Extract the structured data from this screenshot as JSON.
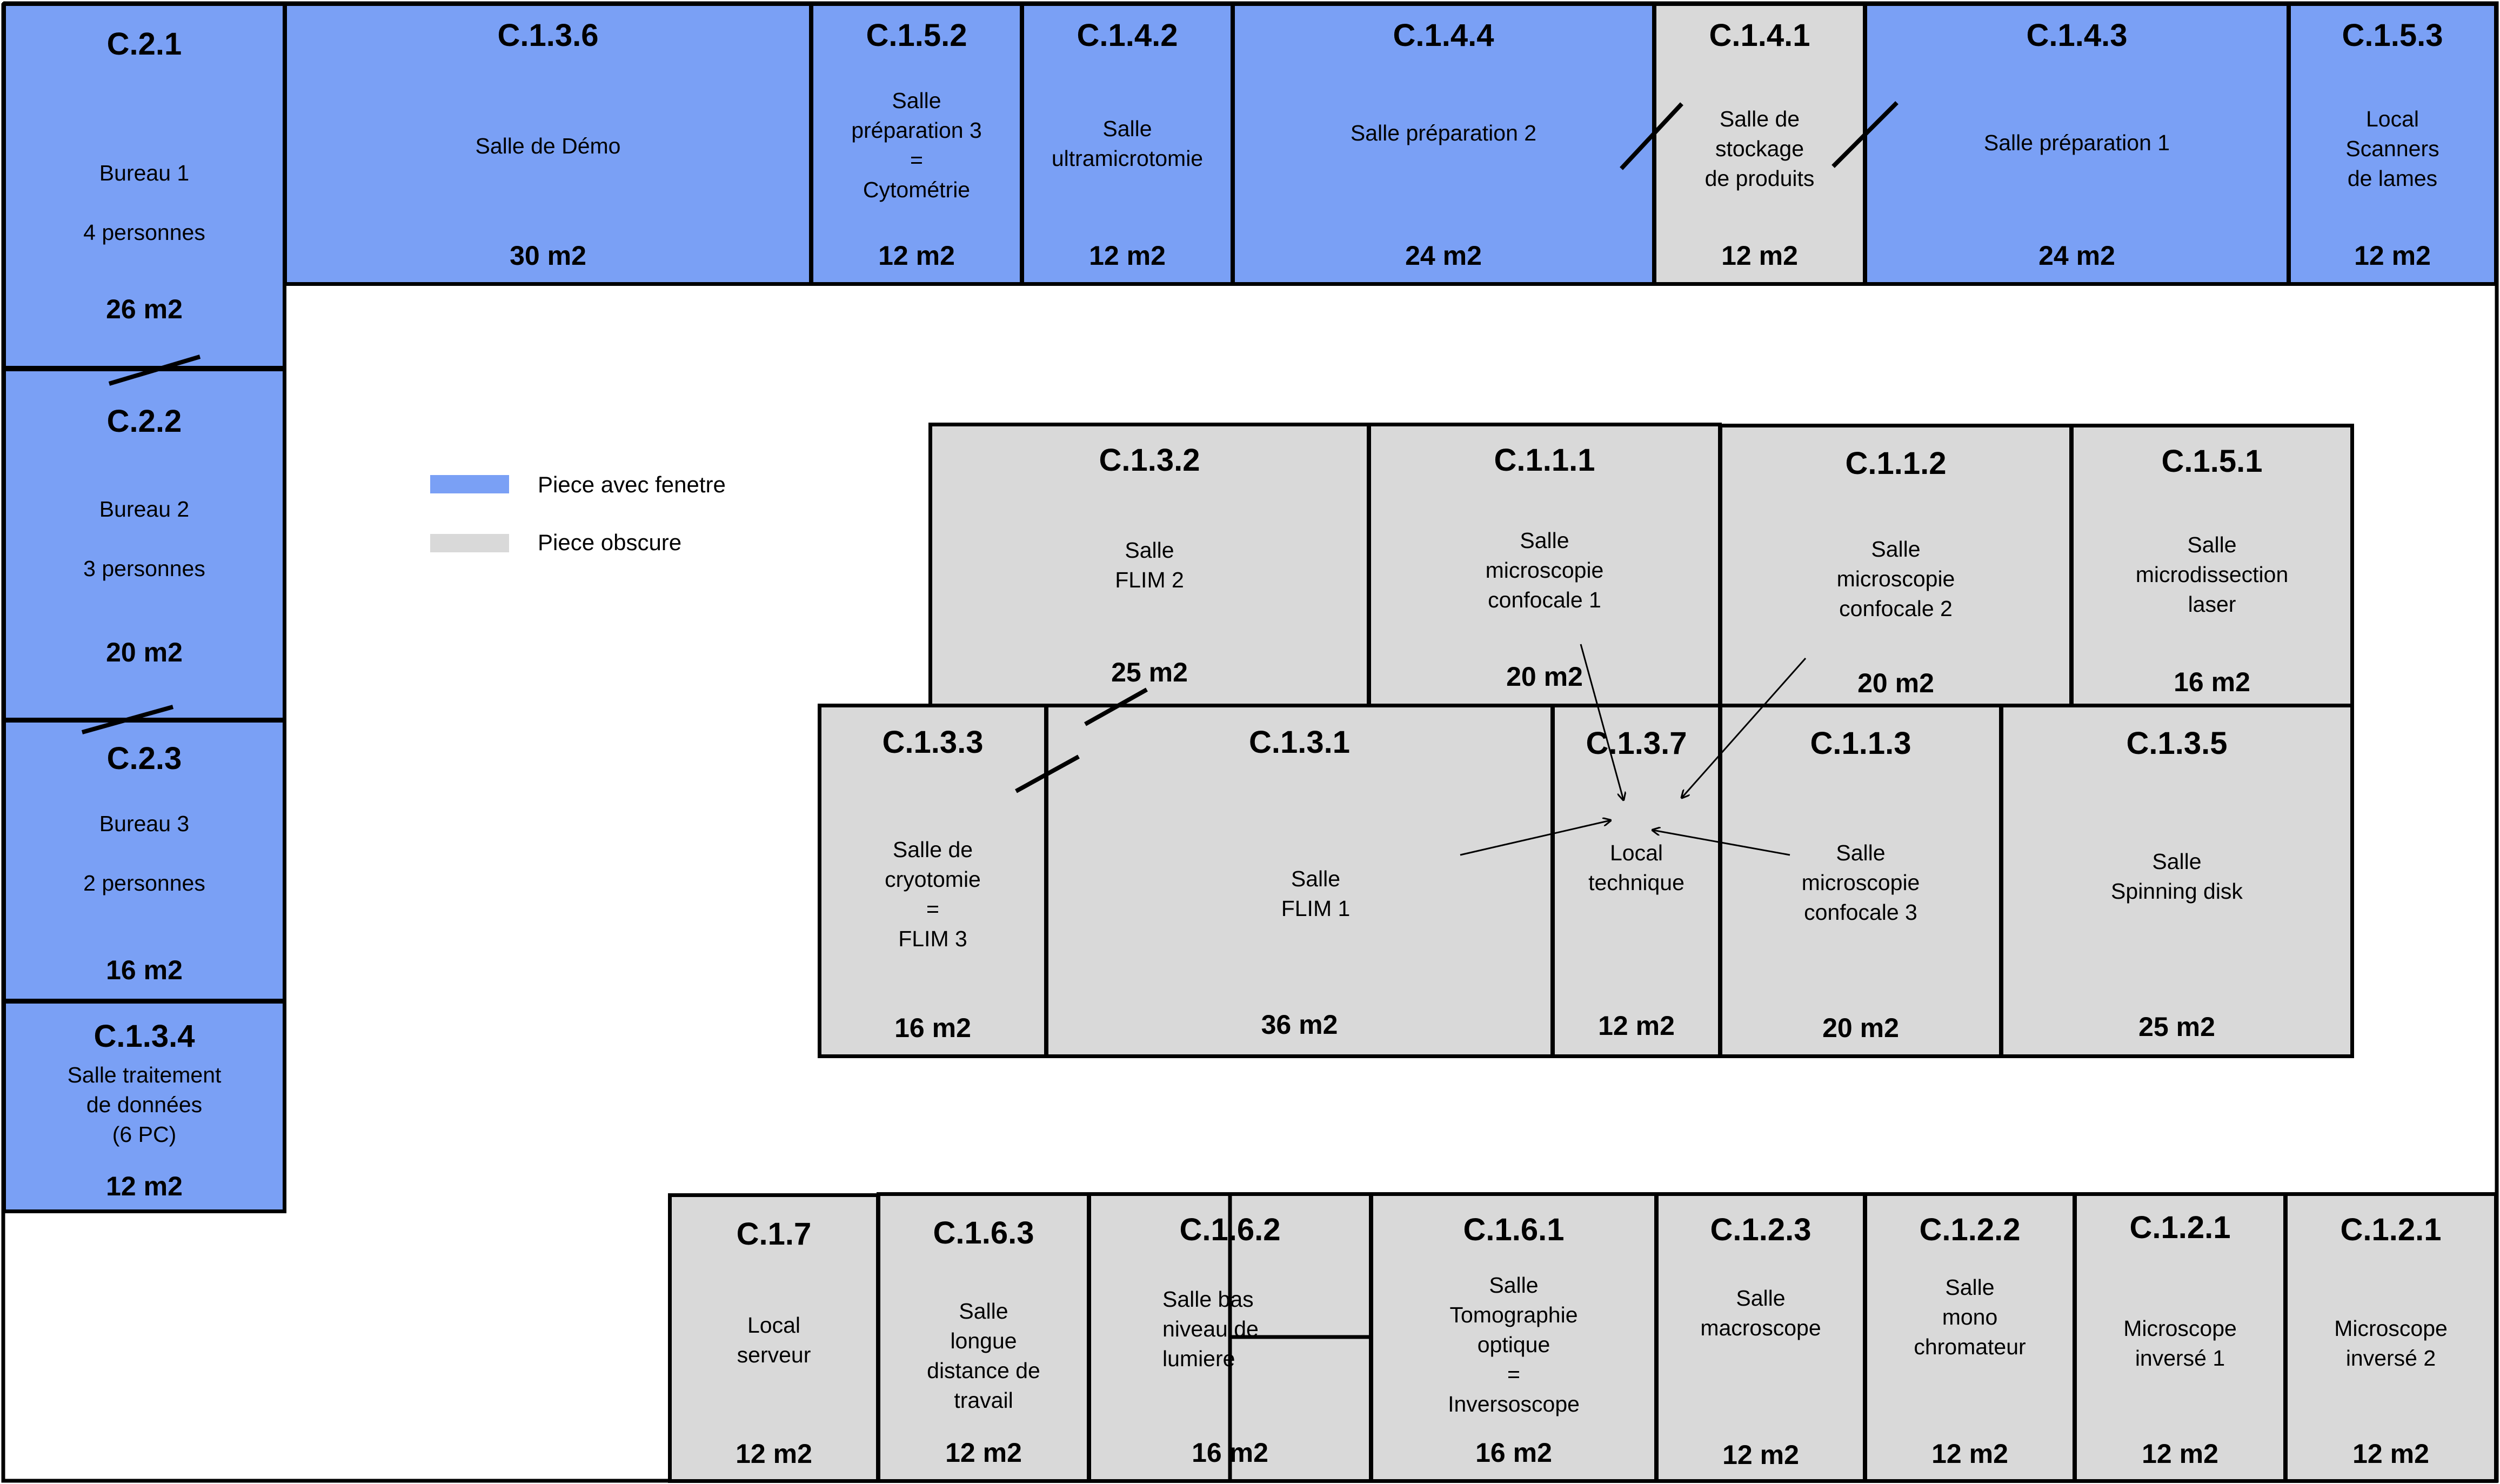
{
  "colors": {
    "window_room": "#7aa0f5",
    "dark_room": "#d9d9d9",
    "wall": "#000000"
  },
  "legend": {
    "window_label": "Piece avec fenetre",
    "dark_label": "Piece obscure"
  },
  "rooms": {
    "c_2_1": {
      "id": "C.2.1",
      "name": "Bureau 1\n\n4 personnes",
      "area": "26 m2",
      "type": "window"
    },
    "c_2_2": {
      "id": "C.2.2",
      "name": "Bureau 2\n\n3 personnes",
      "area": "20 m2",
      "type": "window"
    },
    "c_2_3": {
      "id": "C.2.3",
      "name": "Bureau 3\n\n2 personnes",
      "area": "16 m2",
      "type": "window"
    },
    "c_1_3_4": {
      "id": "C.1.3.4",
      "name": "Salle traitement\nde données\n(6 PC)",
      "area": "12 m2",
      "type": "window"
    },
    "c_1_3_6": {
      "id": "C.1.3.6",
      "name": "Salle de Démo",
      "area": "30 m2",
      "type": "window"
    },
    "c_1_5_2": {
      "id": "C.1.5.2",
      "name": "Salle\npréparation 3\n=\nCytométrie",
      "area": "12 m2",
      "type": "window"
    },
    "c_1_4_2": {
      "id": "C.1.4.2",
      "name": "Salle\nultramicrotomie",
      "area": "12 m2",
      "type": "window"
    },
    "c_1_4_4": {
      "id": "C.1.4.4",
      "name": "Salle préparation 2",
      "area": "24 m2",
      "type": "window"
    },
    "c_1_4_1": {
      "id": "C.1.4.1",
      "name": "Salle de\nstockage\nde produits",
      "area": "12 m2",
      "type": "dark"
    },
    "c_1_4_3": {
      "id": "C.1.4.3",
      "name": "Salle préparation 1",
      "area": "24 m2",
      "type": "window"
    },
    "c_1_5_3": {
      "id": "C.1.5.3",
      "name": "Local\nScanners\nde lames",
      "area": "12 m2",
      "type": "window"
    },
    "c_1_3_2": {
      "id": "C.1.3.2",
      "name": "Salle\nFLIM 2",
      "area": "25 m2",
      "type": "dark"
    },
    "c_1_1_1": {
      "id": "C.1.1.1",
      "name": "Salle\nmicroscopie\nconfocale 1",
      "area": "20 m2",
      "type": "dark"
    },
    "c_1_1_2": {
      "id": "C.1.1.2",
      "name": "Salle\nmicroscopie\nconfocale 2",
      "area": "20 m2",
      "type": "dark"
    },
    "c_1_5_1": {
      "id": "C.1.5.1",
      "name": "Salle\nmicrodissection\nlaser",
      "area": "16 m2",
      "type": "dark"
    },
    "c_1_3_3": {
      "id": "C.1.3.3",
      "name": "Salle de\ncryotomie\n=\nFLIM 3",
      "area": "16 m2",
      "type": "dark"
    },
    "c_1_3_1": {
      "id": "C.1.3.1",
      "name": "Salle\nFLIM 1",
      "area": "36 m2",
      "type": "dark"
    },
    "c_1_3_7": {
      "id": "C.1.3.7",
      "name": "Local\ntechnique",
      "area": "12 m2",
      "type": "dark"
    },
    "c_1_1_3": {
      "id": "C.1.1.3",
      "name": "Salle\nmicroscopie\nconfocale 3",
      "area": "20 m2",
      "type": "dark"
    },
    "c_1_3_5": {
      "id": "C.1.3.5",
      "name": "Salle\nSpinning disk",
      "area": "25 m2",
      "type": "dark"
    },
    "c_1_7": {
      "id": "C.1.7",
      "name": "Local\nserveur",
      "area": "12 m2",
      "type": "dark"
    },
    "c_1_6_3": {
      "id": "C.1.6.3",
      "name": "Salle\nlongue\ndistance de\ntravail",
      "area": "12 m2",
      "type": "dark"
    },
    "c_1_6_2": {
      "id": "C.1.6.2",
      "name": "Salle    bas\nniveau de\nlumiere",
      "area": "16 m2",
      "type": "dark"
    },
    "c_1_6_1": {
      "id": "C.1.6.1",
      "name": "Salle\nTomographie\noptique\n=\nInversoscope",
      "area": "16 m2",
      "type": "dark"
    },
    "c_1_2_3": {
      "id": "C.1.2.3",
      "name": "Salle\nmacroscope",
      "area": "12 m2",
      "type": "dark"
    },
    "c_1_2_2": {
      "id": "C.1.2.2",
      "name": "Salle\nmono\nchromateur",
      "area": "12 m2",
      "type": "dark"
    },
    "c_1_2_1a": {
      "id": "C.1.2.1",
      "name": "Microscope\ninversé 1",
      "area": "12 m2",
      "type": "dark"
    },
    "c_1_2_1b": {
      "id": "C.1.2.1",
      "name": "Microscope\ninversé 2",
      "area": "12 m2",
      "type": "dark"
    }
  }
}
